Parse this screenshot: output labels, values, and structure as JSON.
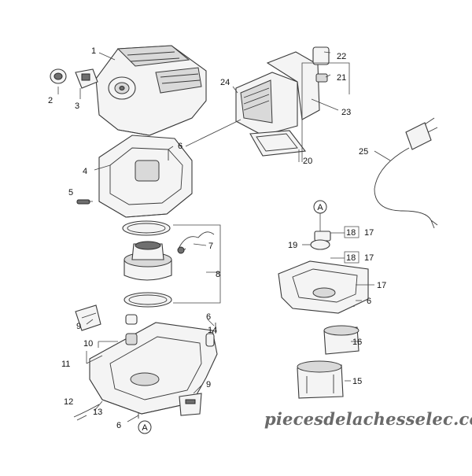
{
  "labels": {
    "n1": "1",
    "n2": "2",
    "n3": "3",
    "n4": "4",
    "n5": "5",
    "n6a": "6",
    "n6b": "6",
    "n6c": "6",
    "n6d": "6",
    "n7": "7",
    "n8": "8",
    "n9a": "9",
    "n9b": "9",
    "n10": "10",
    "n11": "11",
    "n12": "12",
    "n13": "13",
    "n14": "14",
    "n15": "15",
    "n16": "16",
    "n17a": "17",
    "n17b": "17",
    "n17c": "17",
    "n18a": "18",
    "n18b": "18",
    "n19": "19",
    "n20": "20",
    "n21": "21",
    "n22": "22",
    "n23": "23",
    "n24": "24",
    "n25": "25",
    "refA_top": "A",
    "refA_bottom": "A"
  },
  "watermark": "piecesdelachesselec.com"
}
